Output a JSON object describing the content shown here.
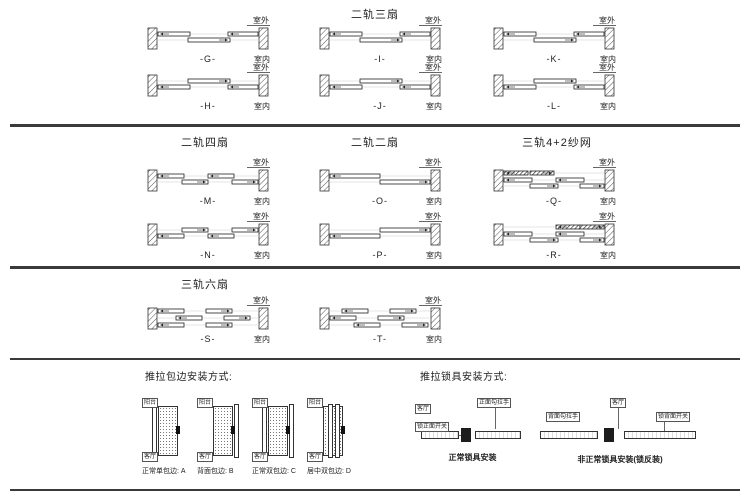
{
  "labels": {
    "outdoor": "室外",
    "indoor": "室内"
  },
  "sections": {
    "s1": {
      "title": "二轨三扇",
      "diagrams": [
        "-G-",
        "-H-",
        "-I-",
        "-J-",
        "-K-",
        "-L-"
      ]
    },
    "s2": {
      "groups": [
        {
          "title": "二轨四扇",
          "diagrams": [
            "-M-",
            "-N-"
          ]
        },
        {
          "title": "二轨二扇",
          "diagrams": [
            "-O-",
            "-P-"
          ]
        },
        {
          "title": "三轨4+2纱网",
          "diagrams": [
            "-Q-",
            "-R-"
          ]
        }
      ]
    },
    "s3": {
      "title": "三轨六扇",
      "diagrams": [
        "-S-",
        "-T-"
      ]
    },
    "s4": {
      "edge": {
        "title": "推拉包边安装方式:",
        "balcony": "阳台",
        "living": "客厅",
        "items": [
          {
            "caption": "正常单包边: A"
          },
          {
            "caption": "背面包边: B"
          },
          {
            "caption": "正常双包边: C"
          },
          {
            "caption": "居中双包边: D"
          }
        ]
      },
      "lock": {
        "title": "推拉锁具安装方式:",
        "items": [
          {
            "caption": "正常锁具安装",
            "living": "客厅",
            "handle": "正面勾拉手",
            "switch": "锁正面开关"
          },
          {
            "caption": "非正常锁具安装(锁反装)",
            "living": "客厅",
            "handle": "背面勾拉手",
            "switch": "锁背面开关"
          }
        ]
      }
    }
  }
}
